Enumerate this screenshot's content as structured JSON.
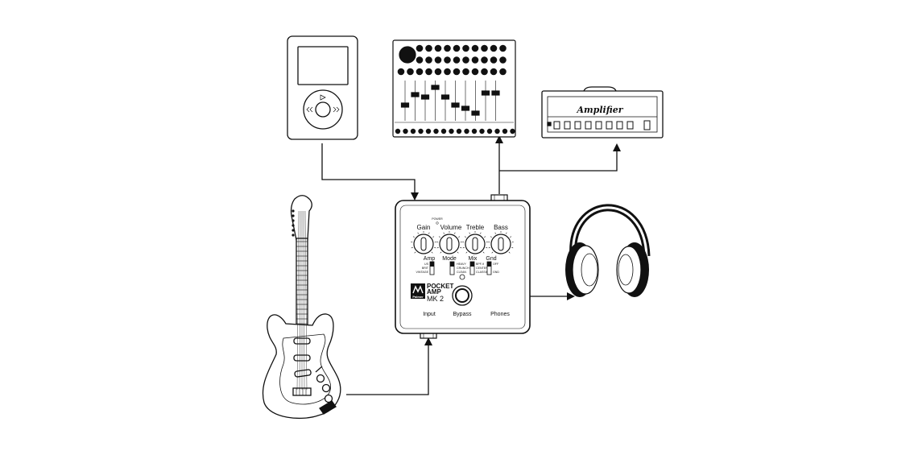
{
  "devices": {
    "amplifier_head": {
      "label": "Amplifier"
    },
    "pocket_amp": {
      "power_label": "POWER",
      "knobs": [
        {
          "label": "Gain"
        },
        {
          "label": "Volume"
        },
        {
          "label": "Treble"
        },
        {
          "label": "Bass"
        }
      ],
      "switches": [
        {
          "label": "Amp",
          "options": [
            "US",
            "BRIT",
            "VINTAGE"
          ]
        },
        {
          "label": "Mode",
          "options": [
            "HEAVY",
            "CRUNCH",
            "CLEAN"
          ]
        },
        {
          "label": "Mix",
          "options": [
            "BPF-9",
            "CENTER",
            "CLASSIC"
          ]
        },
        {
          "label": "Gnd",
          "options": [
            "OFF",
            "",
            "GND"
          ]
        }
      ],
      "logo_text": "Palmer",
      "brand_line1": "POCKET",
      "brand_line2": "AMP",
      "model": "MK 2",
      "jack_labels": {
        "input": "Input",
        "bypass": "Bypass",
        "phones": "Phones"
      }
    }
  },
  "colors": {
    "line": "#111111",
    "background": "#ffffff"
  }
}
